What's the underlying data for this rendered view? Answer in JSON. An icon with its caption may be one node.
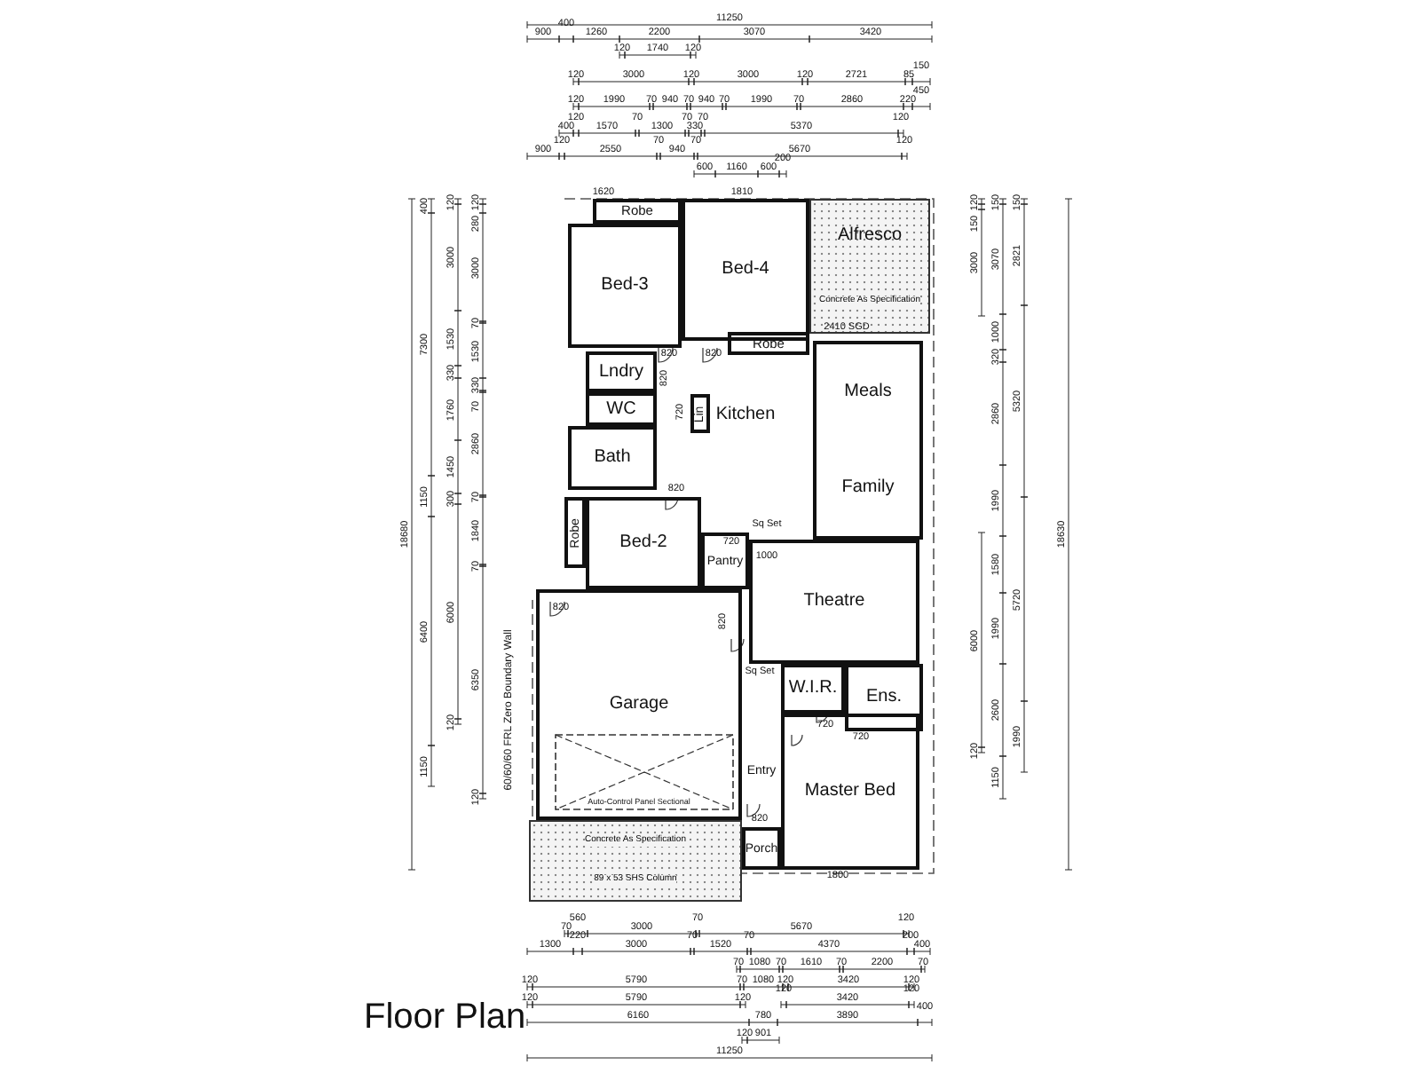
{
  "diagram": {
    "title": "Floor Plan",
    "nodes": [
      {
        "text": [
          "Robe"
        ]
      },
      {
        "text": [
          "Bed-3"
        ]
      },
      {
        "text": [
          "Bed-4"
        ]
      },
      {
        "text": [
          "Alfresco",
          "Concrete As Specification"
        ]
      },
      {
        "text": [
          "Robe"
        ]
      },
      {
        "text": [
          "Lndry"
        ]
      },
      {
        "text": [
          "WC"
        ]
      },
      {
        "text": [
          "Lin"
        ]
      },
      {
        "text": [
          "Kitchen"
        ]
      },
      {
        "text": [
          "Meals",
          "Family"
        ]
      },
      {
        "text": [
          "Bath"
        ]
      },
      {
        "text": [
          "Robe"
        ]
      },
      {
        "text": [
          "Bed-2"
        ]
      },
      {
        "text": [
          "Pantry"
        ]
      },
      {
        "text": [
          "Theatre"
        ]
      },
      {
        "text": [
          "Garage"
        ]
      },
      {
        "text": [
          "W.I.R."
        ]
      },
      {
        "text": [
          "Ens."
        ]
      },
      {
        "text": [
          "Entry"
        ]
      },
      {
        "text": [
          "Master Bed"
        ]
      },
      {
        "text": [
          "Porch"
        ]
      },
      {
        "text": [
          "Concrete As Specification",
          "89 x 53 SHS Column"
        ]
      }
    ],
    "labels": [
      "60/60/60 FRL Zero Boundary Wall",
      "1620",
      "1810",
      "2410 SGD",
      "820",
      "820",
      "820",
      "720",
      "820",
      "Sq Set",
      "720",
      "1000",
      "820",
      "820",
      "Sq Set",
      "720",
      "720",
      "820",
      "Auto-Control Panel Sectional",
      "1800",
      "11250",
      "900",
      "400",
      "1260",
      "2200",
      "3070",
      "3420",
      "120",
      "1740",
      "120",
      "120",
      "3000",
      "120",
      "3000",
      "120",
      "2721",
      "85",
      "150",
      "120",
      "1990",
      "70",
      "940",
      "70",
      "940",
      "70",
      "1990",
      "70",
      "2860",
      "220",
      "450",
      "400",
      "120",
      "1570",
      "70",
      "1300",
      "70",
      "330",
      "70",
      "5370",
      "120",
      "900",
      "120",
      "2550",
      "70",
      "940",
      "70",
      "5670",
      "120",
      "600",
      "1160",
      "600",
      "200",
      "70",
      "560",
      "3000",
      "70",
      "5670",
      "120",
      "1300",
      "220",
      "3000",
      "70",
      "1520",
      "70",
      "4370",
      "200",
      "400",
      "70",
      "1080",
      "70",
      "1610",
      "70",
      "2200",
      "70",
      "120",
      "5790",
      "70",
      "1080",
      "120",
      "3420",
      "120",
      "120",
      "5790",
      "120",
      "120",
      "3420",
      "120",
      "6160",
      "780",
      "3890",
      "400",
      "120",
      "901",
      "11250",
      "18680",
      "400",
      "7300",
      "1150",
      "6400",
      "1150",
      "120",
      "3000",
      "1530",
      "330",
      "1760",
      "1450",
      "300",
      "6000",
      "120",
      "120",
      "280",
      "3000",
      "70",
      "1530",
      "330",
      "70",
      "2860",
      "70",
      "1840",
      "70",
      "6350",
      "120",
      "120",
      "150",
      "3000",
      "6000",
      "120",
      "150",
      "3070",
      "1000",
      "320",
      "2860",
      "1990",
      "1580",
      "1990",
      "2600",
      "1150",
      "150",
      "2821",
      "5320",
      "5720",
      "1990",
      "18630"
    ]
  }
}
